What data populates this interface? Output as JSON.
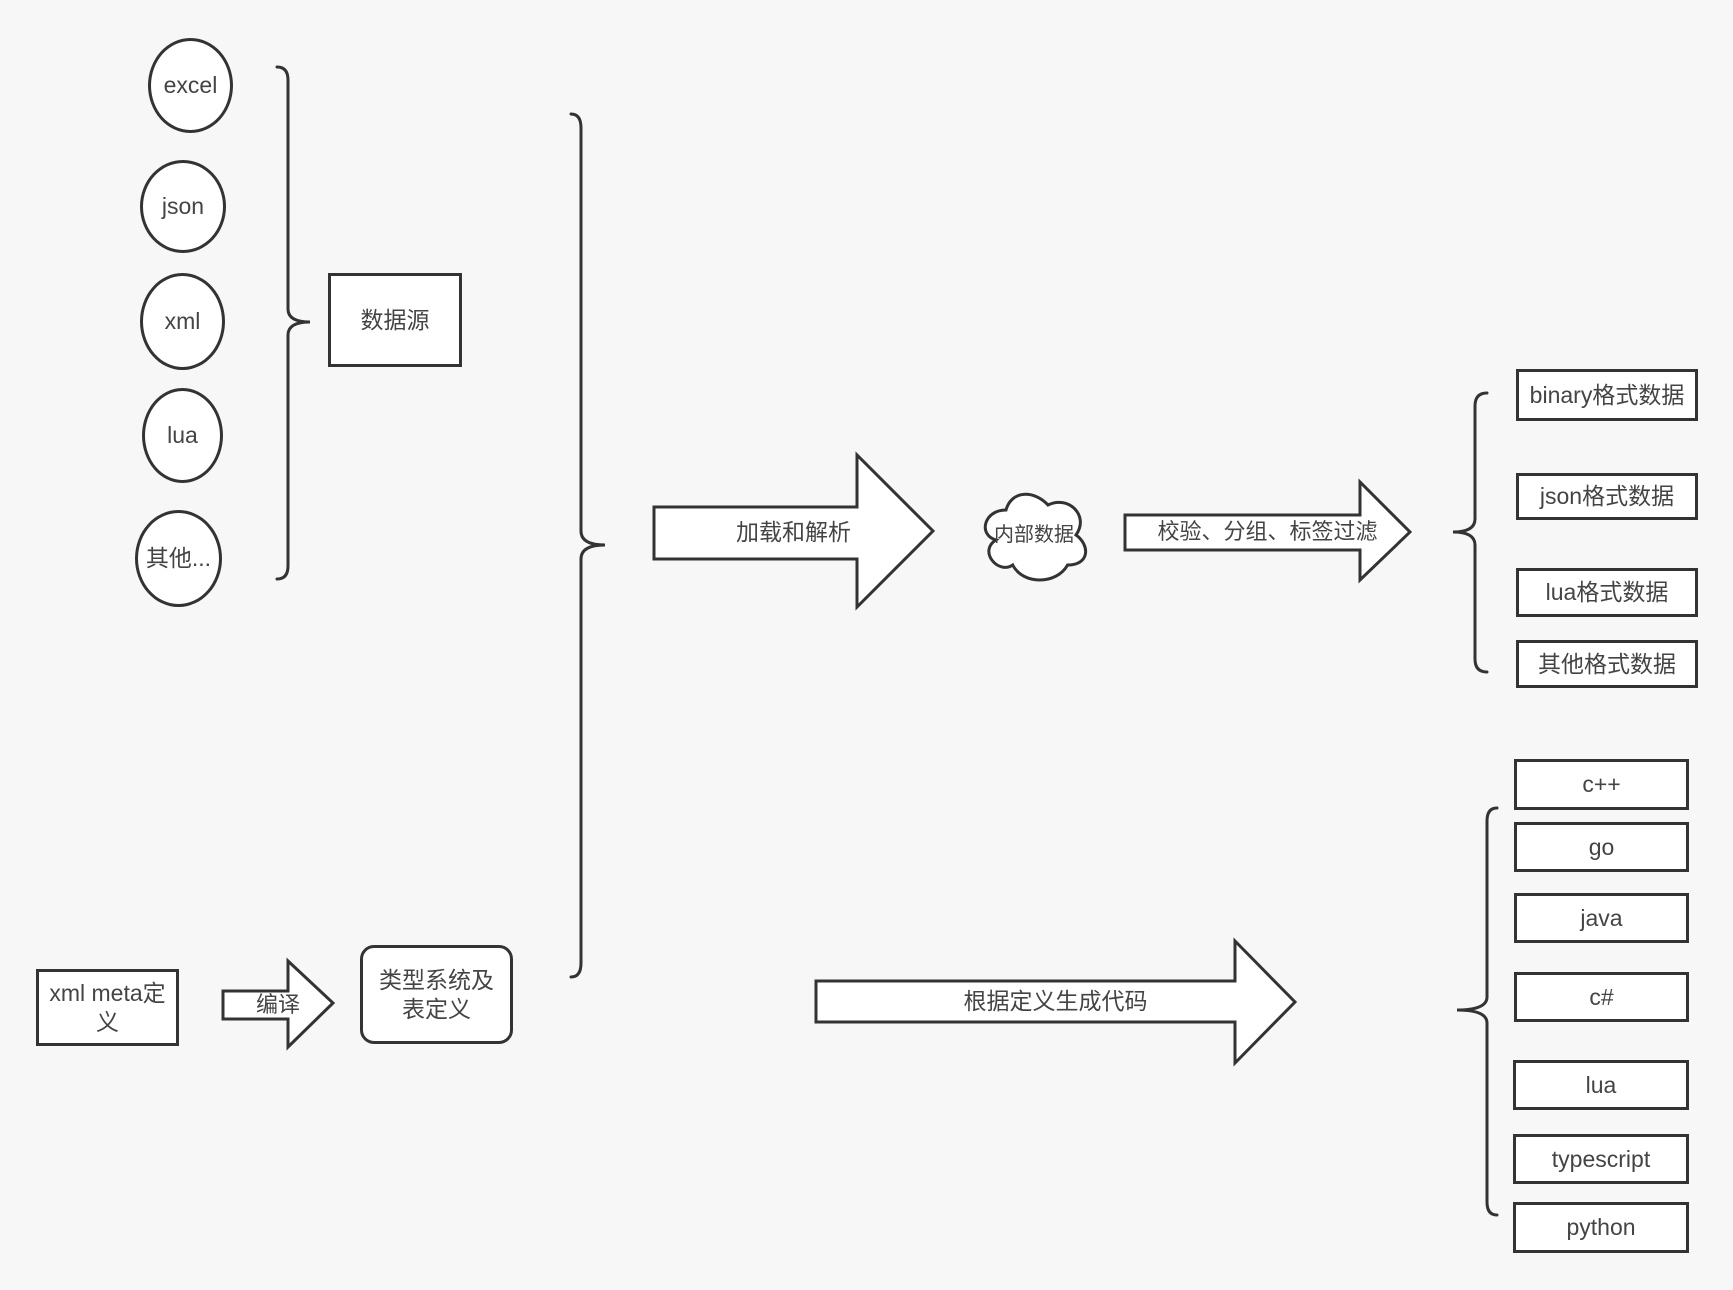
{
  "colors": {
    "background": "#f7f7f7",
    "stroke": "#333333",
    "node_fill": "#ffffff",
    "text": "#444444"
  },
  "sources": {
    "items": [
      "excel",
      "json",
      "xml",
      "lua",
      "其他..."
    ],
    "group_label": "数据源"
  },
  "pipeline": {
    "load_arrow_label": "加载和解析",
    "internal_data_label": "内部数据",
    "filter_arrow_label": "校验、分组、标签过滤"
  },
  "outputs": {
    "items": [
      "binary格式数据",
      "json格式数据",
      "lua格式数据",
      "其他格式数据"
    ]
  },
  "definition": {
    "xml_meta_label": "xml meta定义",
    "compile_arrow_label": "编译",
    "type_system_label": "类型系统及表定义",
    "codegen_arrow_label": "根据定义生成代码"
  },
  "languages": {
    "items": [
      "c++",
      "go",
      "java",
      "c#",
      "lua",
      "typescript",
      "python"
    ]
  }
}
